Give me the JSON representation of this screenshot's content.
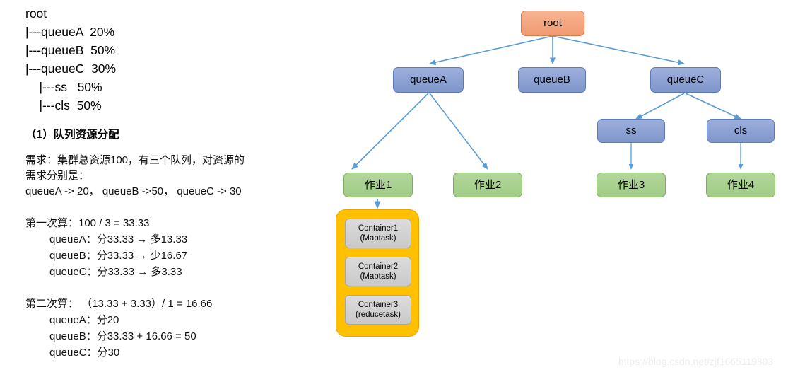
{
  "left_panel": {
    "tree_lines": [
      "root",
      "|---queueA  20%",
      "|---queueB  50%",
      "|---queueC  30%",
      "    |---ss   50%",
      "    |---cls  50%"
    ],
    "section_heading": "（1）队列资源分配",
    "requirement": "需求：集群总资源100，有三个队列，对资源的\n需求分别是：\nqueueA -> 20， queueB ->50， queueC -> 30",
    "calc_blocks": [
      {
        "title": "第一次算：100 / 3 = 33.33",
        "items": [
          "queueA：分33.33 → 多13.33",
          "queueB：分33.33 → 少16.67",
          "queueC：分33.33 → 多3.33"
        ]
      },
      {
        "title": "第二次算： （13.33 + 3.33）/ 1 = 16.66",
        "items": [
          "queueA：分20",
          "queueB：分33.33 + 16.66 = 50",
          "queueC：分30"
        ]
      }
    ]
  },
  "diagram": {
    "nodes": {
      "root": "root",
      "queueA": "queueA",
      "queueB": "queueB",
      "queueC": "queueC",
      "ss": "ss",
      "cls": "cls",
      "job1": "作业1",
      "job2": "作业2",
      "job3": "作业3",
      "job4": "作业4"
    },
    "containers": [
      {
        "name": "Container1",
        "task": "(Maptask)"
      },
      {
        "name": "Container2",
        "task": "(Maptask)"
      },
      {
        "name": "Container3",
        "task": "(reducetask)"
      }
    ],
    "colors": {
      "root_fill": "#F09A72",
      "queue_fill": "#8FA4D4",
      "job_fill": "#A9D18E",
      "group_fill": "#FFC000",
      "container_fill": "#D0D0D0",
      "edge": "#5B9BD5"
    }
  },
  "watermark": "https://blog.csdn.net/zjf1665119803"
}
